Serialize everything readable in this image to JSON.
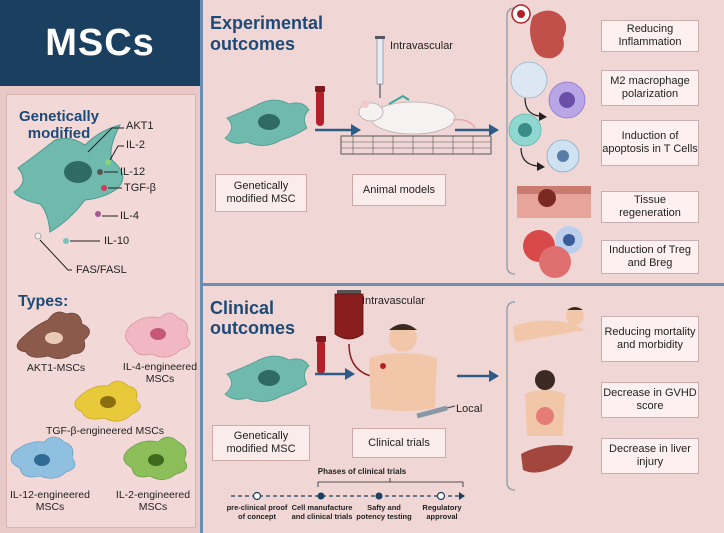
{
  "left": {
    "title": "MSCs",
    "genetically_modified": "Genetically modified",
    "genes": [
      "AKT1",
      "IL-2",
      "IL-12",
      "TGF-β",
      "IL-4",
      "IL-10",
      "FAS/FASL"
    ],
    "types_title": "Types:",
    "types": [
      {
        "label": "AKT1-MSCs",
        "color": "#8b5a4a"
      },
      {
        "label": "IL-4-engineered MSCs",
        "color": "#f1b8c4"
      },
      {
        "label": "TGF-β-engineered MSCs",
        "color": "#e8c93a"
      },
      {
        "label": "IL-12-engineered MSCs",
        "color": "#8fc0e0"
      },
      {
        "label": "IL-2-engineered MSCs",
        "color": "#8cbf5a"
      }
    ]
  },
  "experimental": {
    "title_line1": "Experimental",
    "title_line2": "outcomes",
    "route": "Intravascular",
    "gm_msc": "Genetically modified  MSC",
    "animal_models": "Animal models",
    "outcomes": [
      "Reducing Inflammation",
      "M2 macrophage polarization",
      "Induction of apoptosis in T Cells",
      "Tissue regeneration",
      "Induction of Treg and Breg"
    ]
  },
  "clinical": {
    "title_line1": "Clinical",
    "title_line2": "outcomes",
    "route_iv": "Intravascular",
    "route_local": "Local",
    "gm_msc": "Genetically modified MSC",
    "clinical_trials": "Clinical trials",
    "phases_title": "Phases of clinical trials",
    "phases": [
      "pre-clinical proof of concept",
      "Cell manufacture and clinical trials",
      "Safty and potency testing",
      "Regulatory approval"
    ],
    "outcomes": [
      "Reducing mortality and morbidity",
      "Decrease  in GVHD score",
      "Decrease  in liver injury"
    ]
  },
  "colors": {
    "navy": "#1b3f5e",
    "title_blue": "#1d4a77",
    "arrow_blue": "#2f5b87",
    "msc_teal": "#6fb9ad",
    "panel_pink": "#f0d7d5"
  }
}
